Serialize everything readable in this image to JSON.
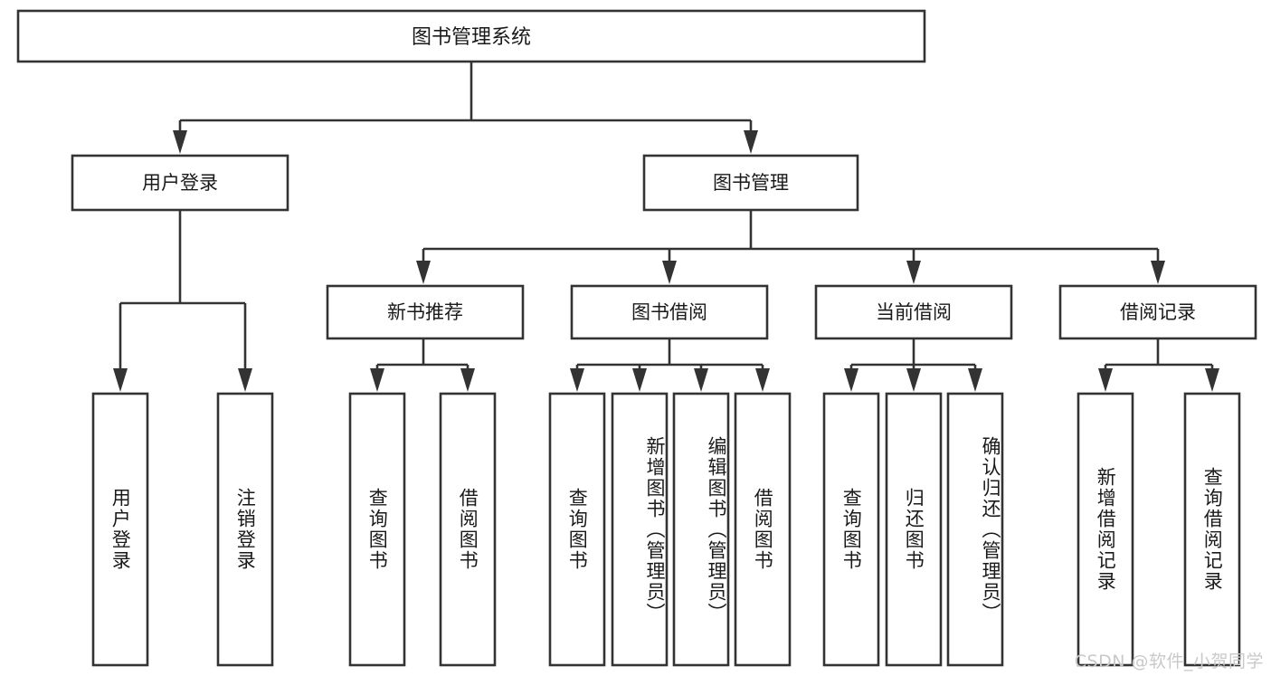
{
  "diagram": {
    "type": "tree-hierarchy-chart",
    "title": "图书管理系统",
    "orientation": "top-down",
    "colors": {
      "box_stroke": "#333333",
      "box_fill": "#ffffff",
      "text": "#1a1a1a",
      "background": "#ffffff",
      "watermark": "#c9c9c9"
    },
    "root": {
      "label": "图书管理系统",
      "level": 0
    },
    "level1": [
      {
        "label": "用户登录",
        "level": 1
      },
      {
        "label": "图书管理",
        "level": 1
      }
    ],
    "level2": [
      {
        "label": "新书推荐",
        "level": 2,
        "parent": "图书管理"
      },
      {
        "label": "图书借阅",
        "level": 2,
        "parent": "图书管理"
      },
      {
        "label": "当前借阅",
        "level": 2,
        "parent": "图书管理"
      },
      {
        "label": "借阅记录",
        "level": 2,
        "parent": "图书管理"
      }
    ],
    "leaves": [
      {
        "label": "用户登录",
        "parent": "用户登录"
      },
      {
        "label": "注销登录",
        "parent": "用户登录"
      },
      {
        "label": "查询图书",
        "parent": "新书推荐"
      },
      {
        "label": "借阅图书",
        "parent": "新书推荐"
      },
      {
        "label": "查询图书",
        "parent": "图书借阅"
      },
      {
        "label": "新增图书（管理员）",
        "parent": "图书借阅"
      },
      {
        "label": "编辑图书（管理员）",
        "parent": "图书借阅"
      },
      {
        "label": "借阅图书",
        "parent": "图书借阅"
      },
      {
        "label": "查询图书",
        "parent": "当前借阅"
      },
      {
        "label": "归还图书",
        "parent": "当前借阅"
      },
      {
        "label": "确认归还（管理员）",
        "parent": "当前借阅"
      },
      {
        "label": "新增借阅记录",
        "parent": "借阅记录"
      },
      {
        "label": "查询借阅记录",
        "parent": "借阅记录"
      }
    ],
    "watermark": "CSDN @软件_小贺同学"
  }
}
